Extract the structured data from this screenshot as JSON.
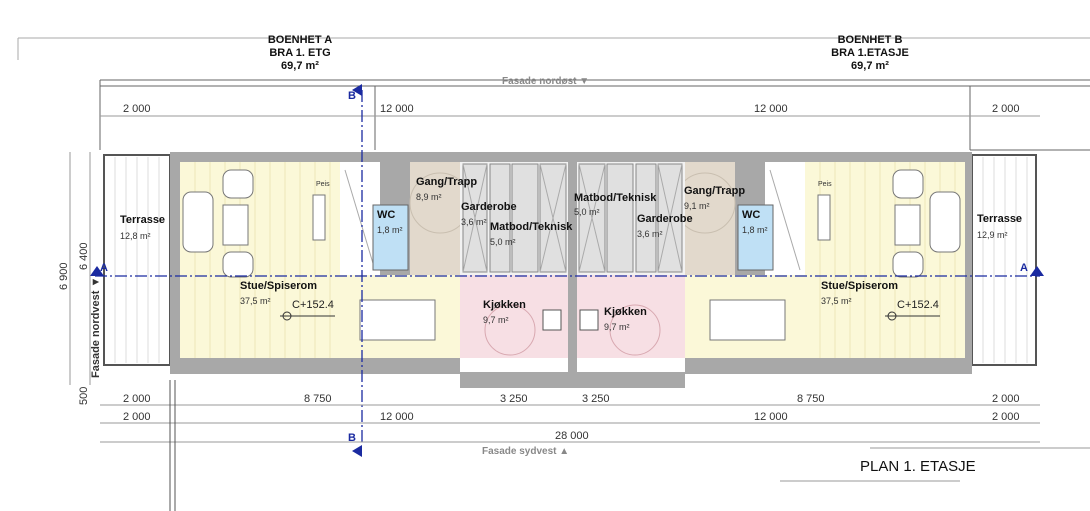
{
  "units": [
    {
      "title": "BOENHET A",
      "subtitle": "BRA 1. ETG",
      "area": "69,7 m²"
    },
    {
      "title": "BOENHET B",
      "subtitle": "BRA 1.ETASJE",
      "area": "69,7 m²"
    }
  ],
  "facades": {
    "northeast": "Fasade nordøst ▼",
    "southwest": "Fasade sydvest ▲",
    "northwest": "Fasade nordvest ▼"
  },
  "dimensions": {
    "top": [
      "2 000",
      "12 000",
      "12 000",
      "2 000"
    ],
    "bottom_row1": [
      "2 000",
      "8 750",
      "3 250",
      "3 250",
      "8 750",
      "2 000"
    ],
    "bottom_row2": [
      "2 000",
      "12 000",
      "12 000",
      "2 000"
    ],
    "total": "28 000",
    "left_outer": "6 900",
    "left_inner": "6 400",
    "left_small": "500"
  },
  "rooms_a": [
    {
      "name": "Terrasse",
      "area": "12,8 m²"
    },
    {
      "name": "Stue/Spiserom",
      "area": "37,5 m²"
    },
    {
      "name": "WC",
      "area": "1,8 m²"
    },
    {
      "name": "Gang/Trapp",
      "area": "8,9 m²"
    },
    {
      "name": "Garderobe",
      "area": "3,6 m²"
    },
    {
      "name": "Matbod/Teknisk",
      "area": "5,0 m²"
    },
    {
      "name": "Kjøkken",
      "area": "9,7 m²"
    }
  ],
  "rooms_b": [
    {
      "name": "Terrasse",
      "area": "12,9 m²"
    },
    {
      "name": "Stue/Spiserom",
      "area": "37,5 m²"
    },
    {
      "name": "WC",
      "area": "1,8 m²"
    },
    {
      "name": "Gang/Trapp",
      "area": "9,1 m²"
    },
    {
      "name": "Garderobe",
      "area": "3,6 m²"
    },
    {
      "name": "Matbod/Teknisk",
      "area": "5,0 m²"
    },
    {
      "name": "Kjøkken",
      "area": "9,7 m²"
    }
  ],
  "labels": {
    "fireplace": "Peis",
    "elevation": "C+152.4",
    "section_a": "A",
    "section_b": "B"
  },
  "plan_title": "PLAN 1. ETASJE",
  "colors": {
    "living_floor": "#fbf8d8",
    "kitchen_floor": "#f7dfe4",
    "wc_floor": "#bfe0f5",
    "hall_floor": "#e2d9cc",
    "storage_floor": "#e6e6e6",
    "wall": "#a8a8a8",
    "section_line": "#1a2aa0"
  }
}
